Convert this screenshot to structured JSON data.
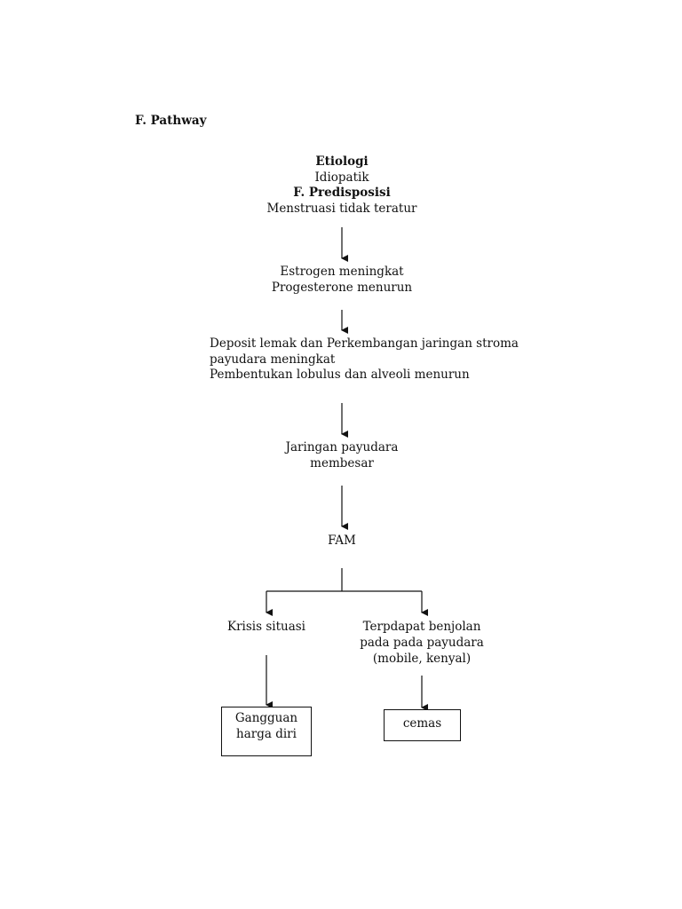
{
  "heading": "F. Pathway",
  "block1": {
    "etiologi_label": "Etiologi",
    "etiologi_value": "Idiopatik",
    "predisposisi_label": "F. Predisposisi",
    "predisposisi_value": "Menstruasi tidak teratur"
  },
  "block2": {
    "line1": "Estrogen meningkat",
    "line2": "Progesterone menurun"
  },
  "block3": {
    "line1": "Deposit lemak dan Perkembangan jaringan stroma",
    "line2": "payudara meningkat",
    "line3": "Pembentukan lobulus dan alveoli menurun"
  },
  "block4": {
    "line1": "Jaringan payudara",
    "line2": "membesar"
  },
  "fam": "FAM",
  "left_branch": {
    "label": "Krisis situasi",
    "box_line1": "Gangguan",
    "box_line2": "harga diri"
  },
  "right_branch": {
    "line1": "Terpdapat benjolan",
    "line2": "pada pada payudara",
    "line3": "(mobile, kenyal)",
    "box_label": "cemas"
  }
}
